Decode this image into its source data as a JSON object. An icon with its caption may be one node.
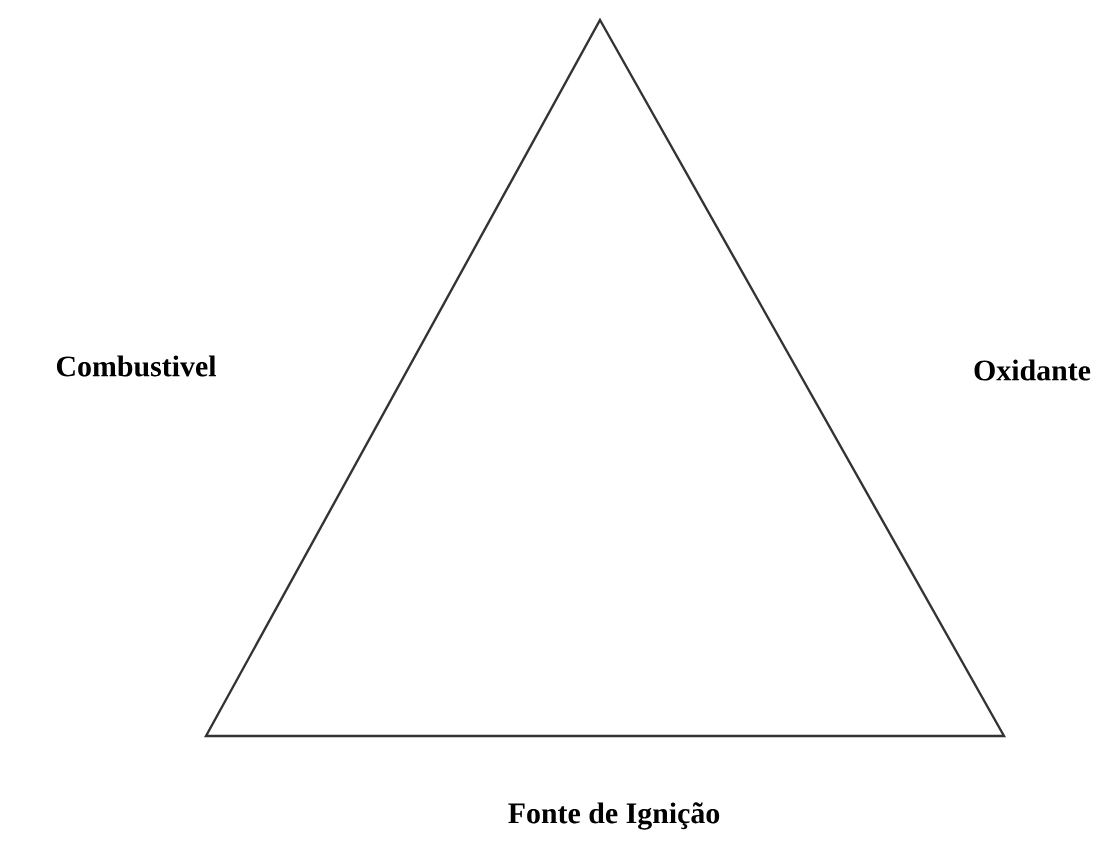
{
  "diagram": {
    "labels": [
      "Combustivel",
      "Oxidante",
      "Fonte de Ignição"
    ]
  }
}
